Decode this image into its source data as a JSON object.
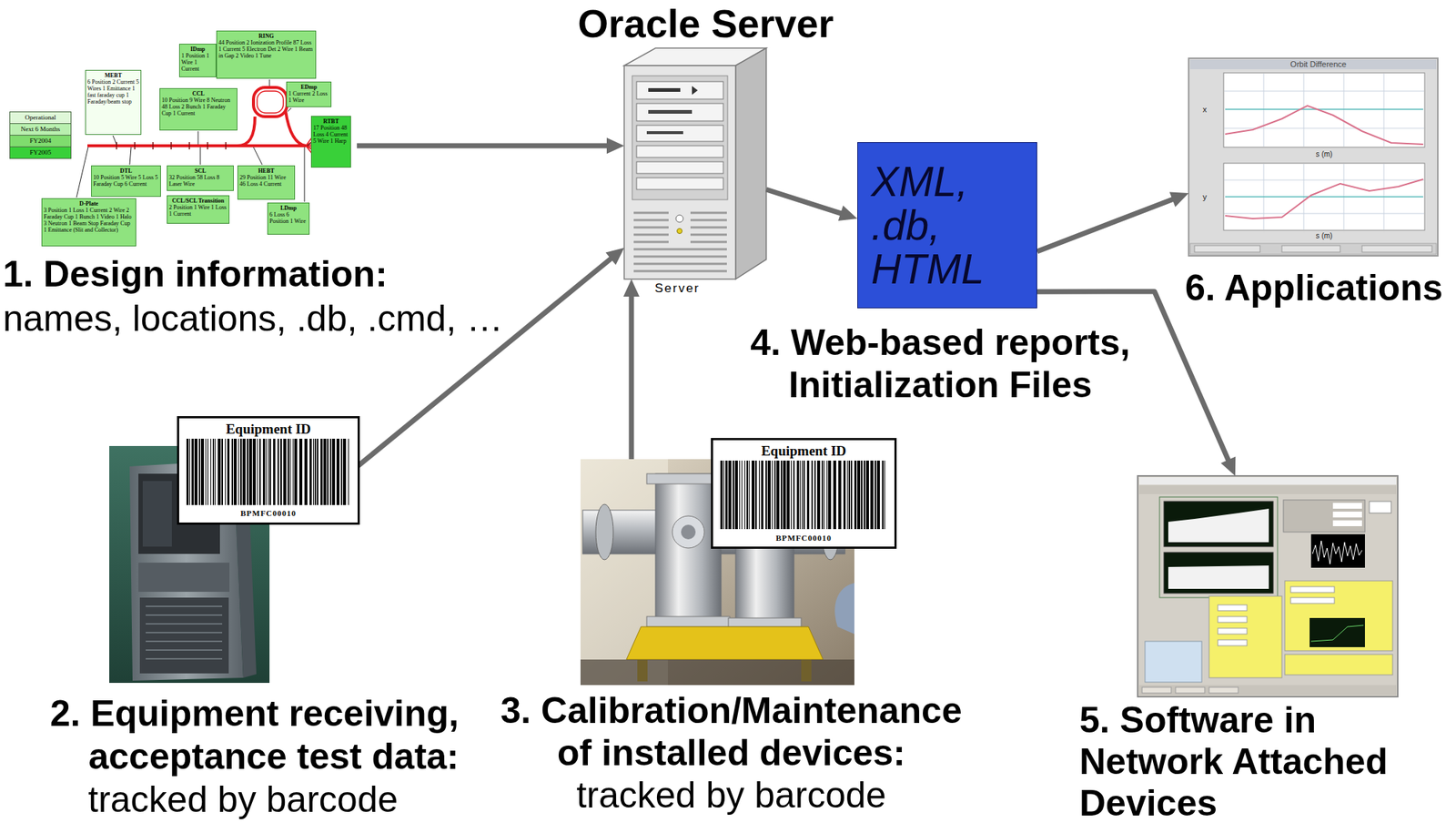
{
  "diagram": {
    "nodes": [
      {
        "text": [
          "1. Design information:",
          "names, locations, .db, .cmd, …"
        ]
      },
      {
        "text": [
          "IDmp",
          "1 Position 1 Wire 1 Current"
        ],
        "in": 0
      },
      {
        "text": [
          "RING",
          "44 Position 2 Ionization Profile 87 Loss 1 Current 5 Electron Det 2 Wire 1 Beam in Gap 2 Video 1 Tune"
        ],
        "in": 0
      },
      {
        "text": [
          "MEBT",
          "6 Position 2 Current 5 Wires 1 Emittance 1 fast faraday cup 1 Faraday/beam stop"
        ],
        "in": 0
      },
      {
        "text": [
          "CCL",
          "10 Position 9 Wire 8 Neutron 48 Loss 2 Bunch 1 Faraday Cup 1 Current"
        ],
        "in": 0
      },
      {
        "text": [
          "EDmp",
          "1 Current 2 Loss 1 Wire"
        ],
        "in": 0
      },
      {
        "text": [
          "RTBT",
          "17 Position 48 Loss 4 Current 5 Wire 1 Harp"
        ],
        "in": 0
      },
      {
        "text": [
          "DTL",
          "10 Position 5 Wire 5 Loss 5 Faraday Cup 6 Current"
        ],
        "in": 0
      },
      {
        "text": [
          "SCL",
          "32 Position 58 Loss 8 Laser Wire"
        ],
        "in": 0
      },
      {
        "text": [
          "HEBT",
          "29 Position 11 Wire 46 Loss 4 Current"
        ],
        "in": 0
      },
      {
        "text": [
          "D-Plate",
          "3 Position 1 Loss 1 Current 2 Wire 2 Faraday Cup 1 Bunch 1 Video 1 Halo 3 Neutron 1 Beam Stop Faraday Cup 1 Emittance (Slit and Collector)"
        ],
        "in": 0
      },
      {
        "text": [
          "CCL/SCL Transition",
          "2 Position 1 Wire 1 Loss 1 Current"
        ],
        "in": 0
      },
      {
        "text": [
          "LDmp",
          "6 Loss 6 Position 1 Wire"
        ],
        "in": 0
      },
      {
        "text": [
          "Oracle Server",
          "Server"
        ]
      },
      {
        "text": [
          "XML, .db, HTML",
          "4. Web-based reports, Initialization Files"
        ]
      },
      {
        "text": [
          "6. Applications"
        ]
      },
      {
        "text": [
          "2. Equipment receiving, acceptance test data:",
          "tracked by barcode"
        ]
      },
      {
        "text": [
          "Equipment ID",
          "BPMFC00010"
        ]
      },
      {
        "text": [
          "3. Calibration/Maintenance of installed devices:",
          "tracked by barcode"
        ]
      },
      {
        "text": [
          "Equipment ID",
          "BPMFC00010"
        ]
      },
      {
        "text": [
          "5. Software in Network Attached Devices"
        ]
      }
    ],
    "edges": [
      {
        "from": 0,
        "to": 13,
        "arrow": "to"
      },
      {
        "from": 17,
        "to": 13,
        "arrow": "to"
      },
      {
        "from": 18,
        "to": 13,
        "arrow": "to"
      },
      {
        "from": 13,
        "to": 14,
        "arrow": "to"
      },
      {
        "from": 14,
        "to": 15,
        "arrow": "to"
      },
      {
        "from": 14,
        "to": 20,
        "arrow": "to"
      }
    ],
    "labels": [
      "Orbit Difference",
      "x",
      "y",
      "s (m)",
      "s (m)"
    ],
    "legend": [
      {
        "text": "Operational",
        "color": "#dff7d8"
      },
      {
        "text": "Next 6 Months",
        "color": "#b9efaf"
      },
      {
        "text": "FY2004",
        "color": "#7fdc6e"
      },
      {
        "text": "FY2005",
        "color": "#39d039"
      }
    ]
  }
}
